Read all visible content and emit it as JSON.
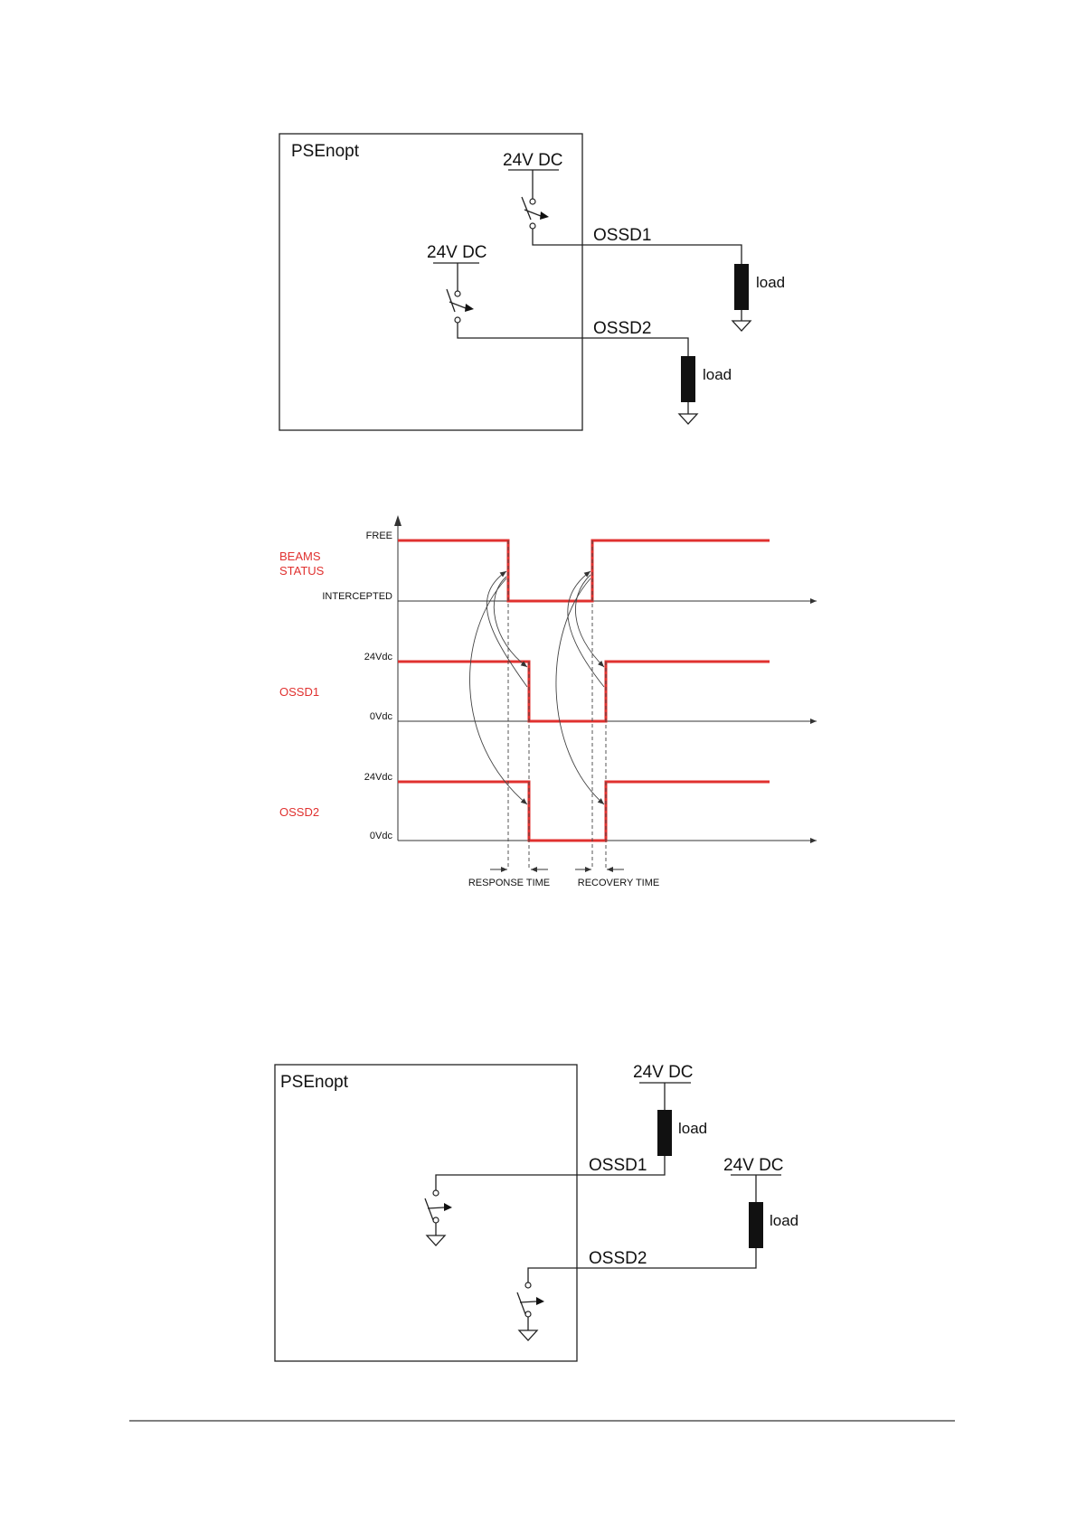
{
  "diagram_top": {
    "device_label": "PSEnopt",
    "supply_label_1": "24V DC",
    "supply_label_2": "24V DC",
    "output_label_1": "OSSD1",
    "output_label_2": "OSSD2",
    "load_label_1": "load",
    "load_label_2": "load"
  },
  "timing": {
    "beams_status_line1": "BEAMS",
    "beams_status_line2": "STATUS",
    "free_label": "FREE",
    "intercepted_label": "INTERCEPTED",
    "ossd1_label": "OSSD1",
    "ossd2_label": "OSSD2",
    "ossd1_high": "24Vdc",
    "ossd1_low": "0Vdc",
    "ossd2_high": "24Vdc",
    "ossd2_low": "0Vdc",
    "response_time_label": "RESPONSE TIME",
    "recovery_time_label": "RECOVERY TIME",
    "signal_color": "#e0312f"
  },
  "diagram_bottom": {
    "device_label": "PSEnopt",
    "supply_label_1": "24V DC",
    "supply_label_2": "24V DC",
    "output_label_1": "OSSD1",
    "output_label_2": "OSSD2",
    "load_label_1": "load",
    "load_label_2": "load"
  }
}
